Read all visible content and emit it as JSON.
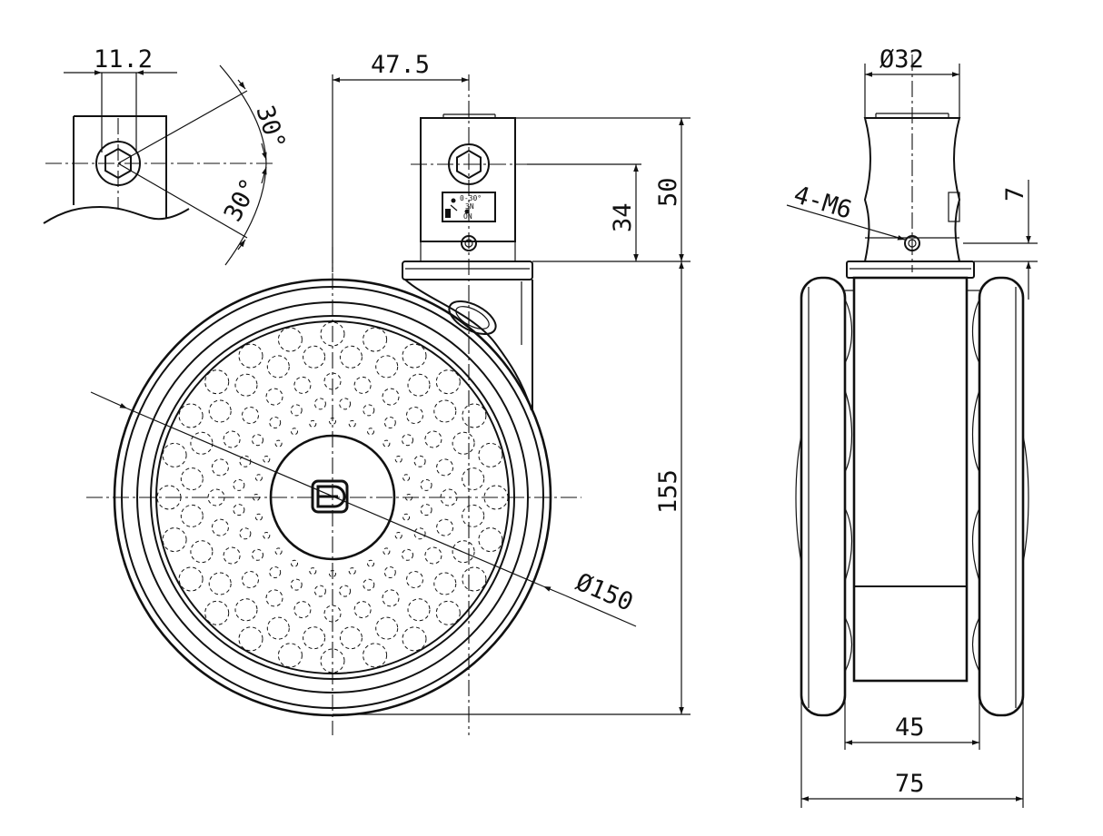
{
  "dimensions": {
    "d_11_2": "11.2",
    "angle_top": "30°",
    "angle_bottom": "30°",
    "d_47_5": "47.5",
    "d_34": "34",
    "d_50": "50",
    "d_155": "155",
    "diameter_150": "Ø150",
    "diameter_32": "Ø32",
    "thread": "4-M6",
    "d_7": "7",
    "d_45": "45",
    "d_75": "75"
  },
  "label_plate": {
    "line1": "0-30°",
    "line2": "3N",
    "line3": "ON"
  },
  "colors": {
    "line": "#111111",
    "background": "#ffffff"
  },
  "icons": {
    "hub_logo": "bd-logo"
  }
}
